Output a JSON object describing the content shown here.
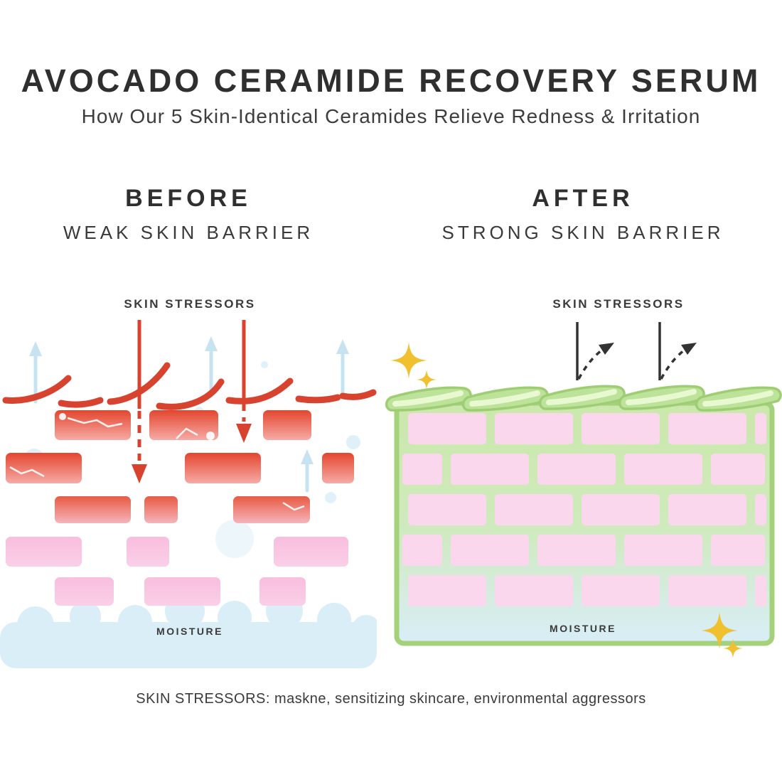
{
  "header": {
    "title": "AVOCADO CERAMIDE RECOVERY SERUM",
    "subtitle": "How Our 5 Skin-Identical Ceramides Relieve Redness & Irritation"
  },
  "panels": {
    "before": {
      "heading": "BEFORE",
      "subheading": "WEAK SKIN BARRIER",
      "stressors_label": "SKIN STRESSORS",
      "moisture_label": "MOISTURE"
    },
    "after": {
      "heading": "AFTER",
      "subheading": "STRONG SKIN BARRIER",
      "stressors_label": "SKIN STRESSORS",
      "moisture_label": "MOISTURE"
    }
  },
  "footer": {
    "caption": "SKIN STRESSORS: maskne, sensitizing skincare, environmental aggressors"
  },
  "colors": {
    "text_dark": "#2f2f2f",
    "stressor_red": "#d8432f",
    "damaged_brick_top": "#e3462e",
    "damaged_brick_bottom": "#f6aba6",
    "weak_pink_brick": "#f9c4e1",
    "healthy_pink_brick": "#fbd7ee",
    "moisture_blue": "#daeef8",
    "moisture_arrow_blue": "#c7e3f0",
    "barrier_green_outline": "#a5d17a",
    "barrier_green_fill": "#cbe8ac",
    "tile_green": "#bde29a",
    "tile_highlight": "#e8f8d0",
    "sparkle_gold": "#f0c02f",
    "deflect_arrow_black": "#333333"
  }
}
